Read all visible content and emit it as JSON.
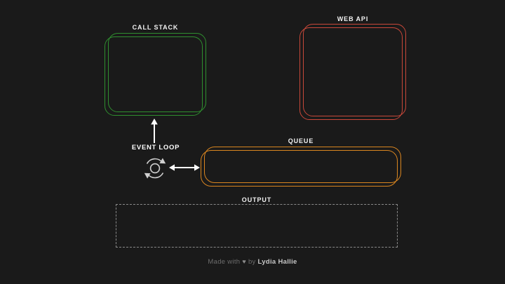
{
  "app": {
    "background_color": "#1a1a1a",
    "title": "JavaScript Event Loop Visualizer"
  },
  "panels": {
    "call_stack": {
      "label": "CALL STACK",
      "color": "#2f8f2f",
      "items": []
    },
    "web_api": {
      "label": "WEB API",
      "color": "#c9483a",
      "items": []
    },
    "queue": {
      "label": "QUEUE",
      "color": "#d98520",
      "items": []
    },
    "output": {
      "label": "OUTPUT",
      "color": "#8a8a8a",
      "text": ""
    }
  },
  "event_loop": {
    "label": "EVENT LOOP",
    "icon": "circular-arrows-icon",
    "color": "#ffffff"
  },
  "arrows": {
    "call_stack_arrow": {
      "name": "arrow-up-icon",
      "direction": "up",
      "color": "#ffffff"
    },
    "queue_arrow": {
      "name": "arrow-left-right-icon",
      "direction": "both",
      "color": "#ffffff"
    }
  },
  "footer": {
    "made_with": "Made with",
    "heart": "♥",
    "by": "by",
    "author": "Lydia Hallie"
  }
}
